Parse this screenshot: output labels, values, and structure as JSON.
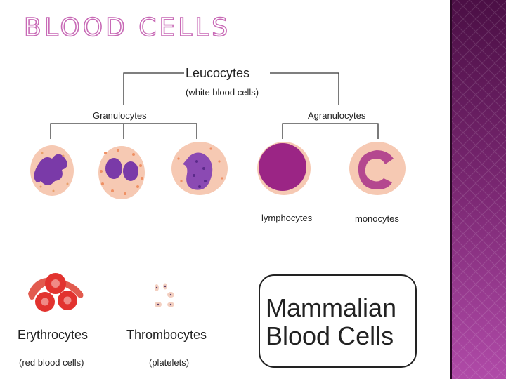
{
  "slide": {
    "title": "BLOOD CELLS"
  },
  "diagram": {
    "root": {
      "name": "Leucocytes",
      "note": "(white blood cells)"
    },
    "groups": {
      "left": "Granulocytes",
      "right": "Agranulocytes"
    },
    "cells": {
      "lymphocyte": "lymphocytes",
      "monocyte": "monocytes"
    },
    "red": {
      "name": "Erythrocytes",
      "note": "(red blood cells)"
    },
    "platelets": {
      "name": "Thrombocytes",
      "note": "(platelets)"
    },
    "card": {
      "line1": "Mammalian",
      "line2": "Blood Cells"
    }
  },
  "colors": {
    "accent": "#8a2a8a",
    "title_outline": "#c86ab6",
    "cytoplasm": "#f6c9b3",
    "nucleus": "#7a3aa8",
    "lymphocyte": "#9b2585",
    "red_cell": "#e2332f"
  }
}
